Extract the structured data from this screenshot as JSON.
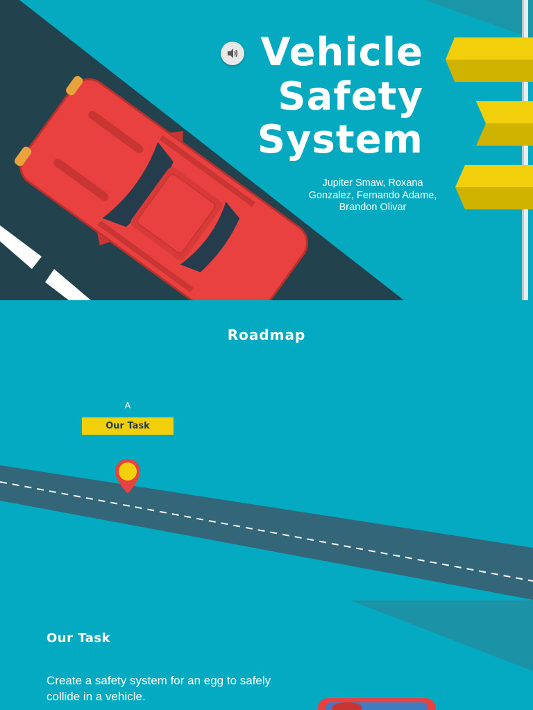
{
  "slide1": {
    "title_lines": [
      "Vehicle",
      "Safety",
      "System"
    ],
    "authors_lines": [
      "Jupiter Smaw, Roxana",
      "Gonzalez, Fernando Adame,",
      "Brandon Olivar"
    ],
    "audio_icon": "speaker-icon"
  },
  "slide2": {
    "title": "Roadmap",
    "stop": {
      "letter": "A",
      "label": "Our Task",
      "icon": "map-pin-icon"
    },
    "task_heading": "Our Task",
    "task_body": "Create a safety system for an egg to safely collide in a vehicle."
  },
  "colors": {
    "background": "#03aac1",
    "road_dark": "#22424d",
    "road_slate": "#336678",
    "car_red": "#e8413f",
    "accent_yellow": "#f2cf0b"
  }
}
